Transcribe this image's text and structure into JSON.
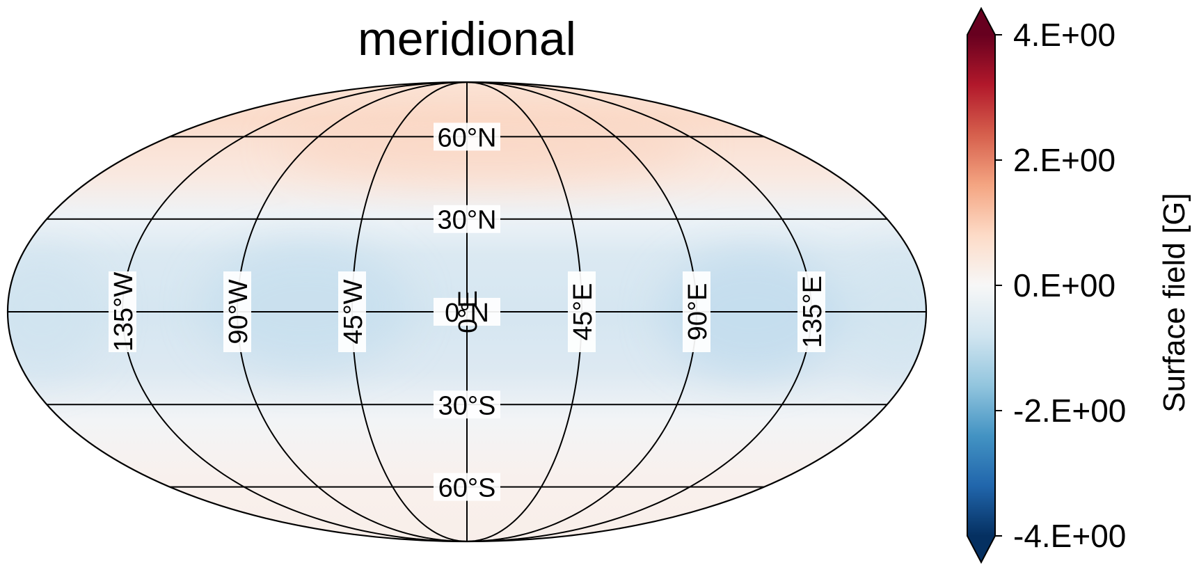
{
  "map": {
    "title": "meridional",
    "projection": "mollweide",
    "field_pattern": "Surface field is positive (light red) at high latitudes in both hemispheres, strongest near 60°N; negative (light blue) in a broad band within about ±30° of the equator, most negative around 135°E and 45°W; near zero around 30°N and 30°S.",
    "lat_lines": [
      -60,
      -30,
      0,
      30,
      60
    ],
    "lon_lines": [
      -135,
      -90,
      -45,
      0,
      45,
      90,
      135
    ],
    "lat_labels": [
      {
        "lat": 60,
        "text": "60°N"
      },
      {
        "lat": 30,
        "text": "30°N"
      },
      {
        "lat": 0,
        "text": "0°N"
      },
      {
        "lat": -30,
        "text": "30°S"
      },
      {
        "lat": -60,
        "text": "60°S"
      }
    ],
    "lon_labels": [
      {
        "lon": -135,
        "text": "135°W"
      },
      {
        "lon": -90,
        "text": "90°W"
      },
      {
        "lon": -45,
        "text": "45°W"
      },
      {
        "lon": 0,
        "text": "0°E"
      },
      {
        "lon": 45,
        "text": "45°E"
      },
      {
        "lon": 90,
        "text": "90°E"
      },
      {
        "lon": 135,
        "text": "135°E"
      }
    ]
  },
  "colorbar": {
    "label": "Surface field [G]",
    "vmin": -4,
    "vmax": 4,
    "extend": "both",
    "colormap": "RdBu_r",
    "ticks": [
      {
        "value": 4,
        "text": "4.E+00"
      },
      {
        "value": 2,
        "text": "2.E+00"
      },
      {
        "value": 0,
        "text": "0.E+00"
      },
      {
        "value": -2,
        "text": "-2.E+00"
      },
      {
        "value": -4,
        "text": "-4.E+00"
      }
    ],
    "colors": [
      "#053061",
      "#2166ac",
      "#4393c3",
      "#92c5de",
      "#d1e5f0",
      "#f7f7f7",
      "#fddbc7",
      "#f4a582",
      "#d6604d",
      "#b2182b",
      "#67001f"
    ]
  }
}
